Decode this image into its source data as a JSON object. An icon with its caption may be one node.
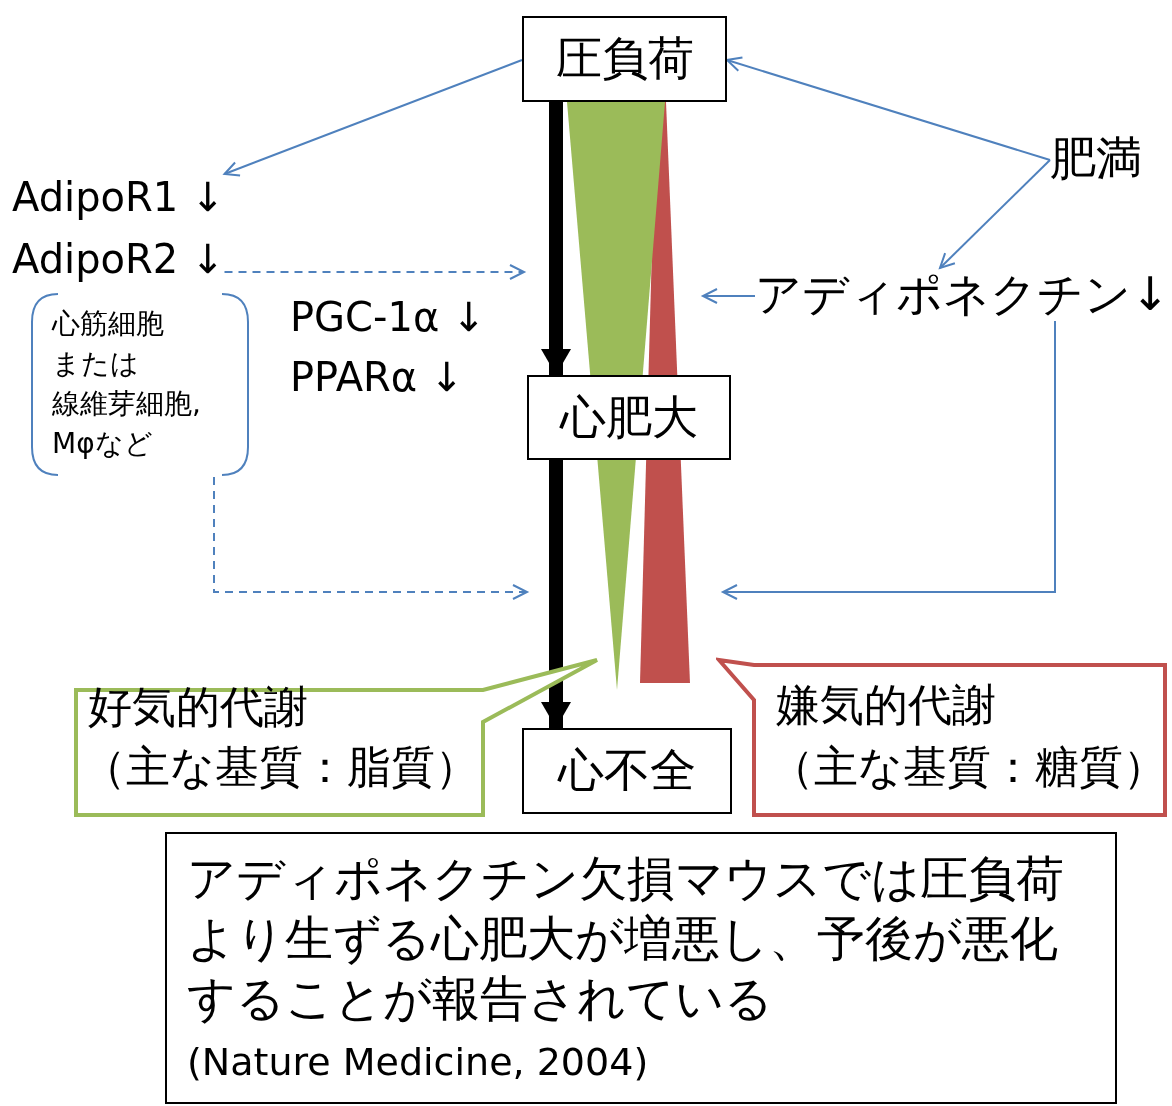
{
  "diagram": {
    "nodes": [
      {
        "text": [
          "圧負荷"
        ]
      },
      {
        "text": [
          "心肥大"
        ]
      },
      {
        "text": [
          "心不全"
        ]
      },
      {
        "text": [
          "AdipoR1 ↓"
        ]
      },
      {
        "text": [
          "AdipoR2 ↓"
        ]
      },
      {
        "text": [
          "心筋細胞または線維芽細胞,Mφなど"
        ]
      },
      {
        "text": [
          "PGC-1α ↓"
        ]
      },
      {
        "text": [
          "PPARα ↓"
        ]
      },
      {
        "text": [
          "肥満"
        ]
      },
      {
        "text": [
          "アディポネクチン↓"
        ]
      },
      {
        "text": [
          "好気的代謝",
          "（主な基質：脂質）"
        ]
      },
      {
        "text": [
          "嫌気的代謝",
          "（主な基質：糖質）"
        ]
      },
      {
        "text": [
          "アディポネクチン欠損マウスでは圧負荷より生ずる心肥大が増悪し、予後が悪化することが報告されている",
          "(Nature Medicine, 2004)"
        ]
      }
    ],
    "edges": [
      {
        "from": 0,
        "to": 3,
        "arrow": "to"
      },
      {
        "from": 8,
        "to": 0,
        "arrow": "to"
      },
      {
        "from": 8,
        "to": 9,
        "arrow": "to"
      },
      {
        "from": 9,
        "to": null,
        "arrow": "to"
      },
      {
        "from": 4,
        "to": null,
        "arrow": "to",
        "style": "dashed"
      },
      {
        "from": 5,
        "to": null,
        "arrow": "to",
        "style": "dashed"
      },
      {
        "from": 9,
        "to": null,
        "arrow": "to"
      },
      {
        "from": 0,
        "to": 1,
        "arrow": "to",
        "style": "thick",
        "color": "#000000"
      },
      {
        "from": 1,
        "to": 2,
        "arrow": "to",
        "style": "thick",
        "color": "#000000"
      }
    ]
  }
}
